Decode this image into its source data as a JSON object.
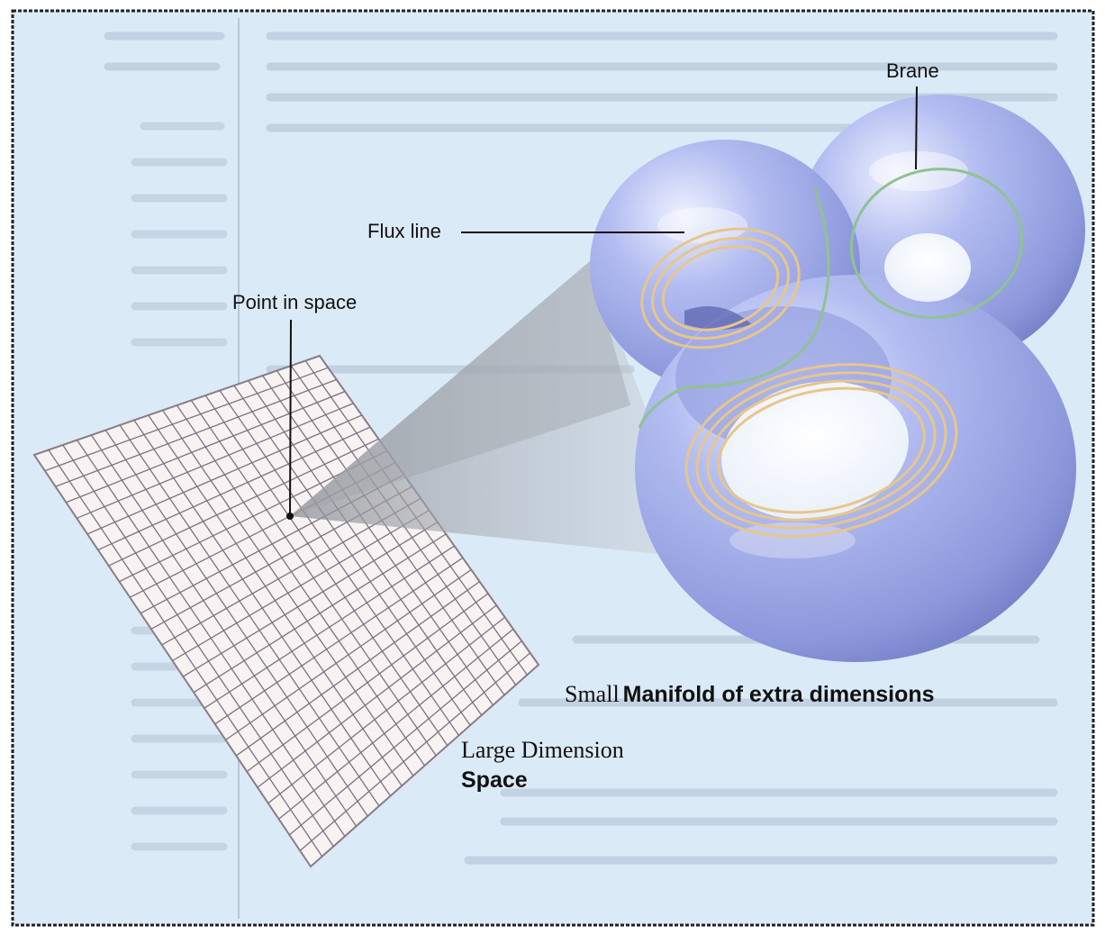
{
  "labels": {
    "brane": "Brane",
    "flux_line": "Flux line",
    "point_in_space": "Point in space",
    "small_manifold_prefix": "Small",
    "small_manifold_rest": "Manifold of extra dimensions",
    "large_dimension": "Large Dimension",
    "space": "Space"
  },
  "colors": {
    "background": "#dbeaf7",
    "manifold_fill": "#a7b1ec",
    "grid_line": "#7f7180",
    "plane_fill": "#f7f3f2",
    "flux_line": "#e8c689",
    "brane_line": "#8fc391",
    "projection_cone": "#b8bcc3"
  }
}
